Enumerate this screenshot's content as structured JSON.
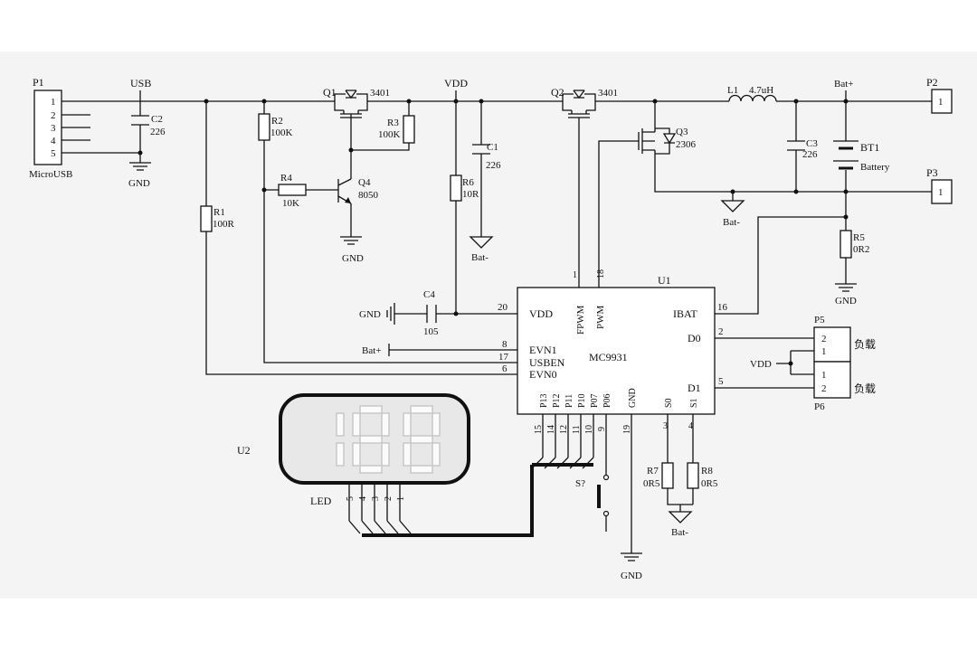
{
  "colors": {
    "background": "#f4f4f4",
    "ink": "#111111",
    "led_face": "#e8e8e8",
    "led_segment": "#fbfbfb"
  },
  "connectors": {
    "p1": {
      "ref": "P1",
      "name": "MicroUSB",
      "pins": [
        "1",
        "2",
        "3",
        "4",
        "5"
      ]
    },
    "p2": {
      "ref": "P2",
      "pin": "1"
    },
    "p3": {
      "ref": "P3",
      "pin": "1"
    },
    "p5": {
      "ref": "P5",
      "pins": [
        "2",
        "1"
      ],
      "label": "负载"
    },
    "p6": {
      "ref": "P6",
      "pins": [
        "1",
        "2"
      ],
      "label": "负载"
    }
  },
  "nets": {
    "usb": "USB",
    "vdd": "VDD",
    "bat_plus": "Bat+",
    "bat_minus": "Bat-",
    "gnd": "GND"
  },
  "components": {
    "q1": {
      "ref": "Q1",
      "value": "3401"
    },
    "q2": {
      "ref": "Q2",
      "value": "3401"
    },
    "q3": {
      "ref": "Q3",
      "value": "2306"
    },
    "q4": {
      "ref": "Q4",
      "value": "8050"
    },
    "r1": {
      "ref": "R1",
      "value": "100R"
    },
    "r2": {
      "ref": "R2",
      "value": "100K"
    },
    "r3": {
      "ref": "R3",
      "value": "100K"
    },
    "r4": {
      "ref": "R4",
      "value": "10K"
    },
    "r5": {
      "ref": "R5",
      "value": "0R2"
    },
    "r6": {
      "ref": "R6",
      "value": "10R"
    },
    "r7": {
      "ref": "R7",
      "value": "0R5"
    },
    "r8": {
      "ref": "R8",
      "value": "0R5"
    },
    "c1": {
      "ref": "C1",
      "value": "226"
    },
    "c2": {
      "ref": "C2",
      "value": "226"
    },
    "c3": {
      "ref": "C3",
      "value": "226"
    },
    "c4": {
      "ref": "C4",
      "value": "105"
    },
    "l1": {
      "ref": "L1",
      "value": "4.7uH"
    },
    "bt1": {
      "ref": "BT1",
      "value": "Battery"
    },
    "s1": {
      "ref": "S?"
    }
  },
  "ic": {
    "ref": "U1",
    "part": "MC9931",
    "pin_names": {
      "vdd": "VDD",
      "fpwm": "FPWM",
      "pwm": "PWM",
      "ibat": "IBAT",
      "evn1": "EVN1",
      "usben": "USBEN",
      "evn0": "EVN0",
      "d0": "D0",
      "d1": "D1",
      "s0": "S0",
      "s1": "S1",
      "gnd": "GND",
      "p13": "P13",
      "p12": "P12",
      "p11": "P11",
      "p10": "P10",
      "p07": "P07",
      "p06": "P06"
    },
    "pin_numbers": {
      "fpwm": "1",
      "pwm": "18",
      "ibat": "16",
      "vdd": "20",
      "d0": "2",
      "d1": "5",
      "evn1": "8",
      "usben": "17",
      "evn0": "6",
      "p13": "15",
      "p12": "14",
      "p11": "12",
      "p10": "11",
      "p07": "10",
      "p06": "9",
      "gnd": "19",
      "s0": "3",
      "s1": "4"
    }
  },
  "led": {
    "ref": "U2",
    "name": "LED",
    "digits": "188",
    "pins": [
      "5",
      "4",
      "3",
      "2",
      "1"
    ]
  }
}
